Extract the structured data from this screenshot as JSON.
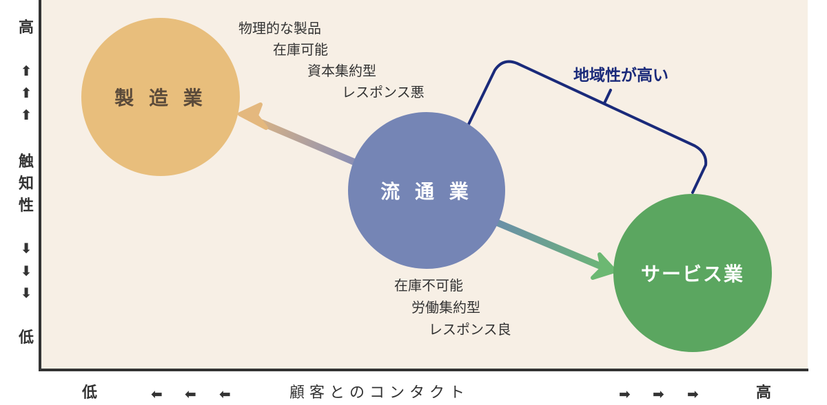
{
  "y_axis": {
    "high": "高",
    "up_arrows": [
      "⬆",
      "⬆",
      "⬆"
    ],
    "label_chars": [
      "触",
      "知",
      "性"
    ],
    "down_arrows": [
      "⬇",
      "⬇",
      "⬇"
    ],
    "low": "低"
  },
  "x_axis": {
    "low": "低",
    "left_arrows": [
      "⬅",
      "⬅",
      "⬅"
    ],
    "label": "顧 客 と の コ ン タ ク ト",
    "right_arrows": [
      "➡",
      "➡",
      "➡"
    ],
    "high": "高"
  },
  "circles": {
    "manufacturing": {
      "label": "製 造 業",
      "color": "#e8be7c"
    },
    "distribution": {
      "label": "流 通 業",
      "color": "#7585b5"
    },
    "service": {
      "label": "サービス業",
      "color": "#5ba660"
    }
  },
  "manufacturing_notes": [
    "物理的な製品",
    "在庫可能",
    "資本集約型",
    "レスポンス悪"
  ],
  "service_notes": [
    "在庫不可能",
    "労働集約型",
    "レスポンス良"
  ],
  "regional_label": "地域性が高い",
  "colors": {
    "background": "#f7efe5",
    "bracket": "#1a2a7a",
    "axis": "#333333"
  }
}
